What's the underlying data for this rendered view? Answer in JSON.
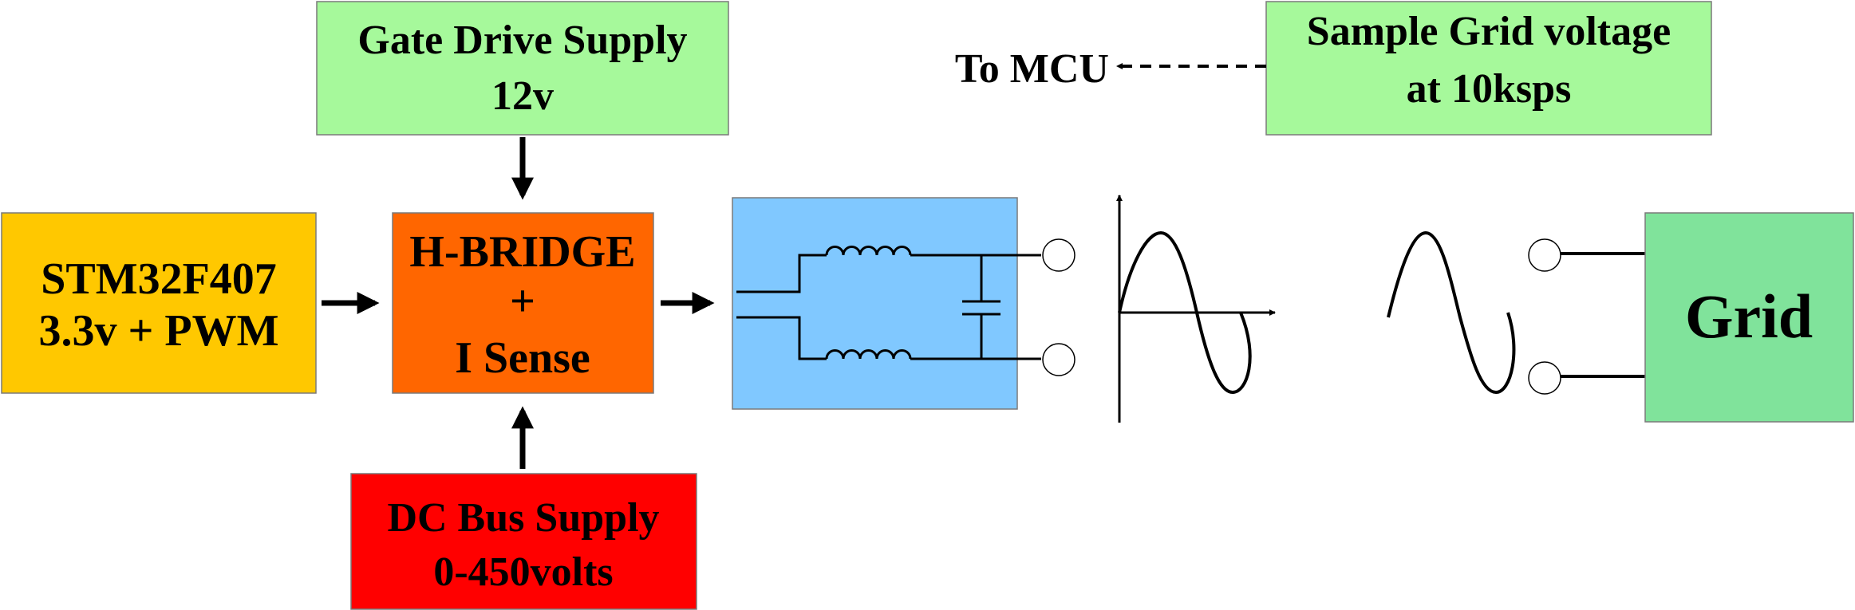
{
  "blocks": {
    "gate_drive": {
      "line1": "Gate Drive Supply",
      "line2": "12v",
      "color": "#a6f99b"
    },
    "sample_grid": {
      "line1": "Sample Grid voltage",
      "line2": "at 10ksps",
      "color": "#a6f99b"
    },
    "mcu": {
      "line1": "STM32F407",
      "line2": "3.3v + PWM",
      "color": "#ffc800"
    },
    "hbridge": {
      "line1": "H-BRIDGE",
      "line2": "+",
      "line3": "I Sense",
      "color": "#ff6600"
    },
    "dc_bus": {
      "line1": "DC Bus Supply",
      "line2": "0-450volts",
      "color": "#ff0000"
    },
    "filter": {
      "color": "#80c8ff"
    },
    "grid": {
      "label": "Grid",
      "color": "#80e39b"
    }
  },
  "labels": {
    "to_mcu": "To MCU"
  }
}
